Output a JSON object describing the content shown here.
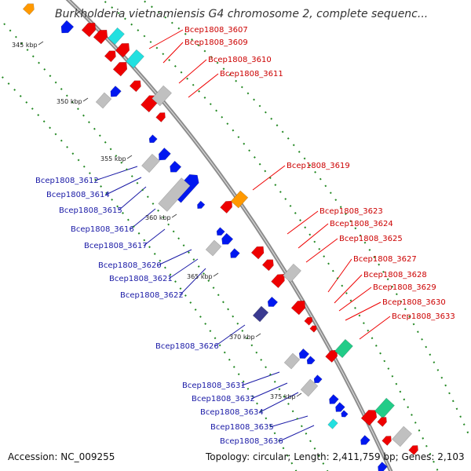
{
  "title": "Burkholderia vietnamiensis G4 chromosome 2, complete sequenc...",
  "footer": {
    "accession": "Accession: NC_009255",
    "topology": "Topology: circular; Length: 2,411,759 bp; Genes: 2,103"
  },
  "colors": {
    "backbone": "#8c8c8c",
    "forward_gene": "#ee0000",
    "reverse_gene": "#0018f0",
    "gray_gene": "#c0c0c0",
    "cyan_gene": "#22e0e0",
    "orange_gene": "#ff9900",
    "green_gene": "#22cc88",
    "navy_gene": "#3a3a90",
    "tick": "#228822"
  },
  "kbp_ticks": [
    "345 kbp",
    "350 kbp",
    "355 kbp",
    "360 kbp",
    "365 kbp",
    "370 kbp",
    "375 kbp"
  ],
  "labels_forward": [
    "Bcep1808_3607",
    "Bcep1808_3609",
    "Bcep1808_3610",
    "Bcep1808_3611",
    "Bcep1808_3619",
    "Bcep1808_3623",
    "Bcep1808_3624",
    "Bcep1808_3625",
    "Bcep1808_3627",
    "Bcep1808_3628",
    "Bcep1808_3629",
    "Bcep1808_3630",
    "Bcep1808_3633"
  ],
  "labels_reverse": [
    "Bcep1808_3612",
    "Bcep1808_3614",
    "Bcep1808_3615",
    "Bcep1808_3616",
    "Bcep1808_3617",
    "Bcep1808_3620",
    "Bcep1808_3621",
    "Bcep1808_3622",
    "Bcep1808_3626",
    "Bcep1808_3631",
    "Bcep1808_3632",
    "Bcep1808_3634",
    "Bcep1808_3635",
    "Bcep1808_3636"
  ]
}
